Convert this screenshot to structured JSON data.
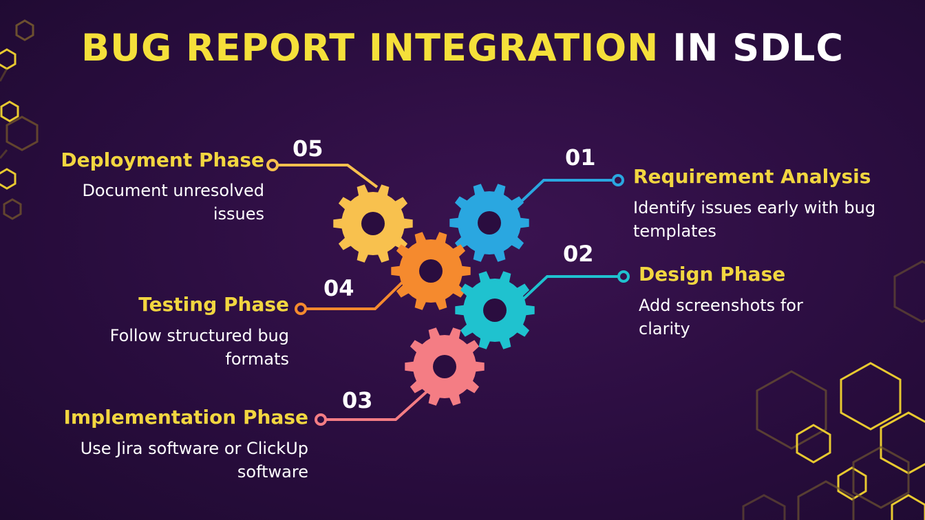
{
  "title": {
    "part1": "BUG REPORT INTEGRATION",
    "part2": "IN SDLC"
  },
  "phases": [
    {
      "number": "01",
      "title": "Requirement Analysis",
      "description": "Identify issues early with bug templates",
      "color": "#2aa7e0"
    },
    {
      "number": "02",
      "title": "Design Phase",
      "description": "Add screenshots for clarity",
      "color": "#1fc2cf"
    },
    {
      "number": "03",
      "title": "Implementation Phase",
      "description": "Use Jira software or ClickUp software",
      "color": "#f47d84"
    },
    {
      "number": "04",
      "title": "Testing Phase",
      "description": "Follow structured bug formats",
      "color": "#f58a2e"
    },
    {
      "number": "05",
      "title": "Deployment Phase",
      "description": "Document unresolved issues",
      "color": "#f8c14e"
    }
  ],
  "colors": {
    "title_accent": "#f5e03a",
    "phase_title": "#f2d640",
    "background": "#2a0d3f"
  }
}
